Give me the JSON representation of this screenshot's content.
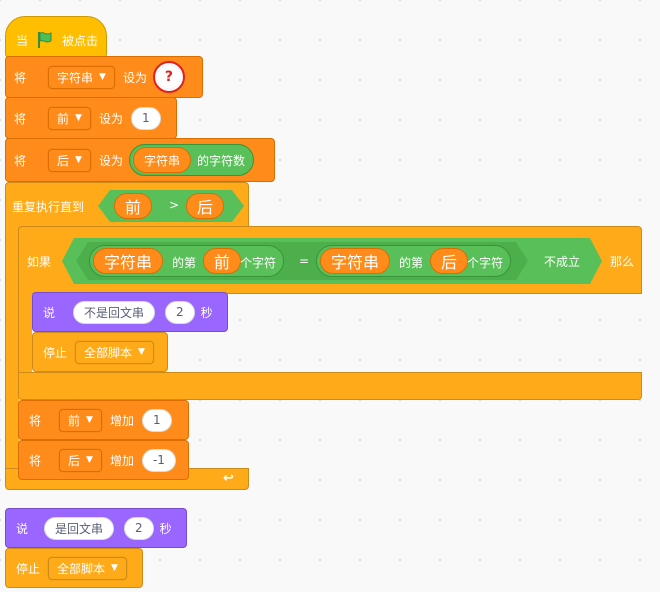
{
  "hat": {
    "when": "当",
    "clicked": "被点击"
  },
  "set1": {
    "label": "将",
    "var": "字符串",
    "set_to": "设为",
    "value": "?"
  },
  "set2": {
    "label": "将",
    "var": "前",
    "set_to": "设为",
    "value": "1"
  },
  "set3": {
    "label": "将",
    "var": "后",
    "set_to": "设为",
    "reporter": "字符串",
    "suffix": "的字符数"
  },
  "repeat": {
    "label": "重复执行直到",
    "left": "前",
    "op": ">",
    "right": "后"
  },
  "if": {
    "label": "如果",
    "then": "那么",
    "not_true": "不成立",
    "a_var": "字符串",
    "a_of": "的第",
    "a_index": "前",
    "a_char": "个字符",
    "eq": "=",
    "b_var": "字符串",
    "b_of": "的第",
    "b_index": "后",
    "b_char": "个字符"
  },
  "say1": {
    "label": "说",
    "text": "不是回文串",
    "secs": "2",
    "unit": "秒"
  },
  "stop1": {
    "label": "停止",
    "option": "全部脚本"
  },
  "change1": {
    "label": "将",
    "var": "前",
    "change_by": "增加",
    "value": "1"
  },
  "change2": {
    "label": "将",
    "var": "后",
    "change_by": "增加",
    "value": "-1"
  },
  "say2": {
    "label": "说",
    "text": "是回文串",
    "secs": "2",
    "unit": "秒"
  },
  "stop2": {
    "label": "停止",
    "option": "全部脚本"
  },
  "icons": {
    "flag": "green-flag-icon",
    "loop": "loop-arrow-icon",
    "help": "question-mark-icon"
  },
  "colors": {
    "events": "#FFBF00",
    "variables": "#FF8C1A",
    "control": "#FFAB19",
    "looks": "#9966FF",
    "operators": "#59C059",
    "highlight": "#E02020"
  }
}
